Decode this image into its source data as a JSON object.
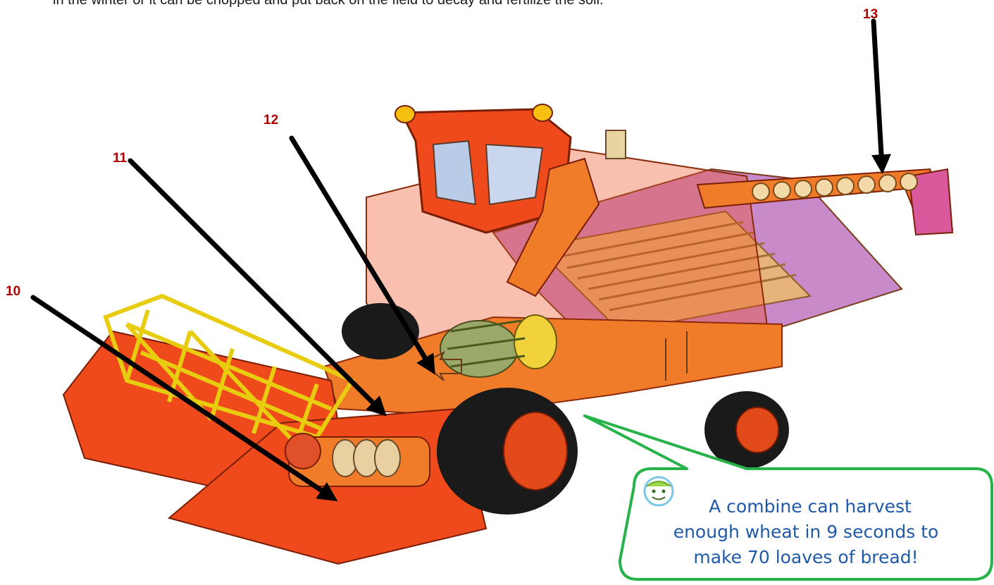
{
  "intro_text": "in the winter or it can be chopped and put back on the field to decay and fertilize the soil.",
  "labels": [
    "10",
    "11",
    "12",
    "13"
  ],
  "fun_fact": {
    "lines": [
      "A combine can harvest",
      "enough wheat in 9 seconds to",
      "make 70 loaves of bread!"
    ],
    "icon": "smiley-face-icon"
  },
  "colors": {
    "label": "#b00000",
    "bubble_border": "#27b34a",
    "fact_text": "#1f5aa8",
    "machine_body": "#ee4a1c",
    "header_frame": "#f2e02a",
    "bin_interior": "#c98ac9"
  }
}
